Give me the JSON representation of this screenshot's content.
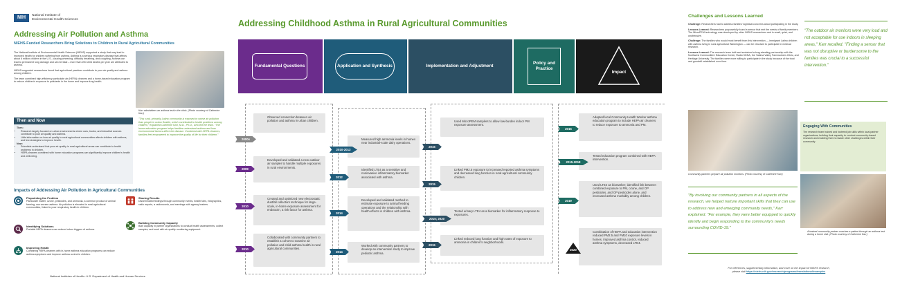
{
  "header": {
    "agency_logo": "NIH",
    "agency_name_line1": "National Institute of",
    "agency_name_line2": "Environmental Health Sciences"
  },
  "left": {
    "title": "Addressing Air Pollution and Asthma",
    "subtitle": "NIEHS-Funded Researchers Bring Solutions to Children in Rural Agricultural Communities",
    "para1": "The National Institute of Environmental Health Sciences (NIEHS) supported a study that may lead to improved health for children suffering from asthma. Asthma is a serious respiratory disease that affects about 6 million children in the U.S., causing wheezing, difficulty breathing, and coughing. Asthma can lead to permanent lung damage and can be fatal – more than 200 child deaths per year are attributed to asthma.",
    "para2": "NIEHS-supported researchers found that agricultural practices contribute to poor air quality and asthma among children.",
    "para3": "The team combined high-efficiency particulate air (HEPA) cleaners and a home-based education program to reduce children's exposure to pollutants in the home and improve lung health.",
    "photo_caption": "Karr administers an asthma test in the clinic. (Photo courtesy of Catherine Karr)",
    "quote": "\"This rural, primarily Latino community is exposed to worse air pollution than people in urban Seattle, which contributed to health problems among children,\" explained Catherine Karr, M.D., Ph.D., who led the team. \"The home education program helps families understand asthma and how environmental factors affect the disease. Combined with HEPA cleaners, families feel empowered to improve the quality of life for their children.\"",
    "then_now": {
      "heading": "Then and Now",
      "then_label": "Then:",
      "then_items": [
        "Research largely focused on urban environments where cars, trucks, and industrial sources contribute to poor air quality and asthma.",
        "Little information on how air quality in rural agricultural communities affects children with asthma, and few strategies to improve health."
      ],
      "now_label": "Now:",
      "now_items": [
        "Scientists understand that poor air quality in rural agricultural areas can contribute to health problems in children.",
        "HEPA cleaners combined with home education programs can significantly improve children's health and well-being."
      ]
    },
    "impacts_title": "Impacts of Addressing Air Pollution in Agricultural Communities",
    "impacts": [
      {
        "icon": "target-icon",
        "heading": "Pinpointing the Problem",
        "text": "Particulate matter, ozone, pesticides, and ammonia, a common product of animal farming, can worsen asthma. Air pollution is elevated in rural agricultural communities, linked to poor respiratory health in children.",
        "color": "#1f5c7a"
      },
      {
        "icon": "magnifier-icon",
        "heading": "Identifying Solutions",
        "text": "Portable HEPA cleaners can reduce indoor triggers of asthma.",
        "color": "#5c2a4a"
      },
      {
        "icon": "lungs-icon",
        "heading": "Improving Health",
        "text": "Combining HEPA cleaners with in-home asthma education programs can reduce asthma symptoms and improve asthma control in children.",
        "color": "#1e6b62"
      },
      {
        "icon": "people-share-icon",
        "heading": "Sharing Results",
        "text": "Disseminated findings through community events, health fairs, infographics, radio reports, a radionovela, and meetings with agency leaders.",
        "color": "#c0392b"
      },
      {
        "icon": "network-icon",
        "heading": "Building Community Capacity",
        "text": "Built capacity in partner organizations to conduct health assessments, collect samples, and work with air quality monitoring equipment.",
        "color": "#3b6e2e"
      }
    ],
    "footer": "National Institutes of Health • U.S. Department of Health and Human Services"
  },
  "center": {
    "title": "Addressing Childhood Asthma in Rural Agricultural Communities",
    "banners": [
      {
        "label": "Fundamental Questions",
        "color": "#6b2c8c"
      },
      {
        "label": "Application and Synthesis",
        "color": "#1f5c7a"
      },
      {
        "label": "Implementation and Adjustment",
        "color": "#2c4f63"
      },
      {
        "label": "Policy and Practice",
        "color": "#1e6b62"
      },
      {
        "label": "Impact",
        "color": "#1a1a1a"
      }
    ],
    "timeline": [
      {
        "tag": "2000s",
        "tag_color": "#888888",
        "text": "Observed connection between air pollution and asthma in urban children."
      },
      {
        "tag": "2009",
        "tag_color": "#6b2c8c",
        "text": "Developed and validated a new outdoor air sampler to handle multiple exposures in rural environments."
      },
      {
        "tag": "2010",
        "tag_color": "#6b2c8c",
        "text": "Created and optimized new electrostatic dustfall collectors technique for large-scale, in-home exposure assessment for endotoxin, a risk factor for asthma."
      },
      {
        "tag": "2010",
        "tag_color": "#6b2c8c",
        "text": "Collaborated with community partners to establish a cohort to examine air pollution and child asthma health in rural agricultural communities."
      },
      {
        "tag": "2010-2013",
        "tag_color": "#1f5c7a",
        "text": "Measured high ammonia levels in homes near industrial-scale dairy operations."
      },
      {
        "tag": "2012",
        "tag_color": "#1f5c7a",
        "text": "Identified LTE4 as a sensitive and noninvasive inflammatory biomarker associated with asthma."
      },
      {
        "tag": "2014",
        "tag_color": "#1f5c7a",
        "text": "Developed and validated method to estimate exposure to animal feeding operations and the relationship with health effects in children with asthma."
      },
      {
        "tag": "2014",
        "tag_color": "#1f5c7a",
        "text": "Worked with community partners to develop an intervention study to improve pediatric asthma."
      },
      {
        "tag": "2015",
        "tag_color": "#2c4f63",
        "text": "Used MicroPEM samplers to allow low-burden indoor PM exposure assessment."
      },
      {
        "tag": "2015",
        "tag_color": "#2c4f63",
        "text": "Linked PM2.5 exposure to increased reported asthma symptoms and decreased lung function in rural agricultural community children."
      },
      {
        "tag": "2015; 2020",
        "tag_color": "#2c4f63",
        "text": "Tested urinary LTE4 as a biomarker for inflammatory response to exposures."
      },
      {
        "tag": "2015",
        "tag_color": "#2c4f63",
        "text": "Linked reduced lung function and high rates of exposure to ammonia in children's neighborhoods."
      },
      {
        "tag": "2015",
        "tag_color": "#1e6b62",
        "text": "Adapted local Community Health Worker asthma education program to include HEPA air cleaners to reduce exposure to ammonia and PM."
      },
      {
        "tag": "2015-2018",
        "tag_color": "#1e6b62",
        "text": "Tested education program combined with HEPA intervention."
      },
      {
        "tag": "2019",
        "tag_color": "#1e6b62",
        "text": "Used LTE4 as biomarker; identified link between combined exposure to PM, ozone, and OP pesticides, and OP pesticides alone, and increased asthma morbidity among children."
      },
      {
        "tag": "2020",
        "tag_color": "#1a1a1a",
        "text": "Combination of HEPA and education intervention reduced PM2.5 and PM10 exposure levels in homes. Improved asthma control, reduced asthma symptoms, decreased LTE4."
      }
    ]
  },
  "right": {
    "challenges_title": "Challenges and Lessons Learned",
    "challenges": [
      {
        "label": "Challenge:",
        "text": "Researchers had to address families' logistical concerns about participating in the study."
      },
      {
        "label": "Lessons Learned:",
        "text": "Researchers purposefully found a sensor that met the needs of family members. The MicroPEM technology was developed by other NIEHS researchers and is small, quiet, and unobtrusive."
      },
      {
        "label": "Challenge:",
        "text": "The families who would most benefit from this intervention — immigrant Latino children with asthma living in rural agricultural Washington — can be reluctant to participate in medical research."
      },
      {
        "label": "Lessons Learned:",
        "text": "The research team built and sustained a long-standing partnership with the Northwest Communities' Education Center, Radio KDNA, the Yakima Valley Farmworkers Clinic, and Heritage University. The families were more willing to participate in the study because of the trust and goodwill established over time."
      }
    ],
    "quote_top": "\"The outdoor air monitors were very loud and not acceptable for use indoors in sleeping areas,\" Karr recalled. \"Finding a sensor that was not disruptive or burdensome to the families was crucial to a successful intervention.\"",
    "photo2_caption": "Community partners prepare air pollution monitors. (Photo courtesy of Catherine Karr)",
    "engaging_title": "Engaging With Communities",
    "engaging_text": "The research team trained and fostered job skills within local partner organizations, building their capacity to conduct community-based research and enabling them to tackle other challenges within their community.",
    "quote_bottom": "\"By involving our community partners in all aspects of the research, we helped nurture important skills that they can use to address new and emerging community needs,\" Karr explained. \"For example, they were better equipped to quickly identify and begin responding to the community's needs surrounding COVID-19.\"",
    "photo3_caption": "A trained community partner coaches a patient through an asthma test during a home visit. (Photo courtesy of Catherine Karr)",
    "footer_line1": "For references, supplementary information, and more on the impact of NIEHS research,",
    "footer_line2_prefix": "please visit",
    "footer_link": "https://niehs.nih.gov/research/programs/translational/examples"
  }
}
